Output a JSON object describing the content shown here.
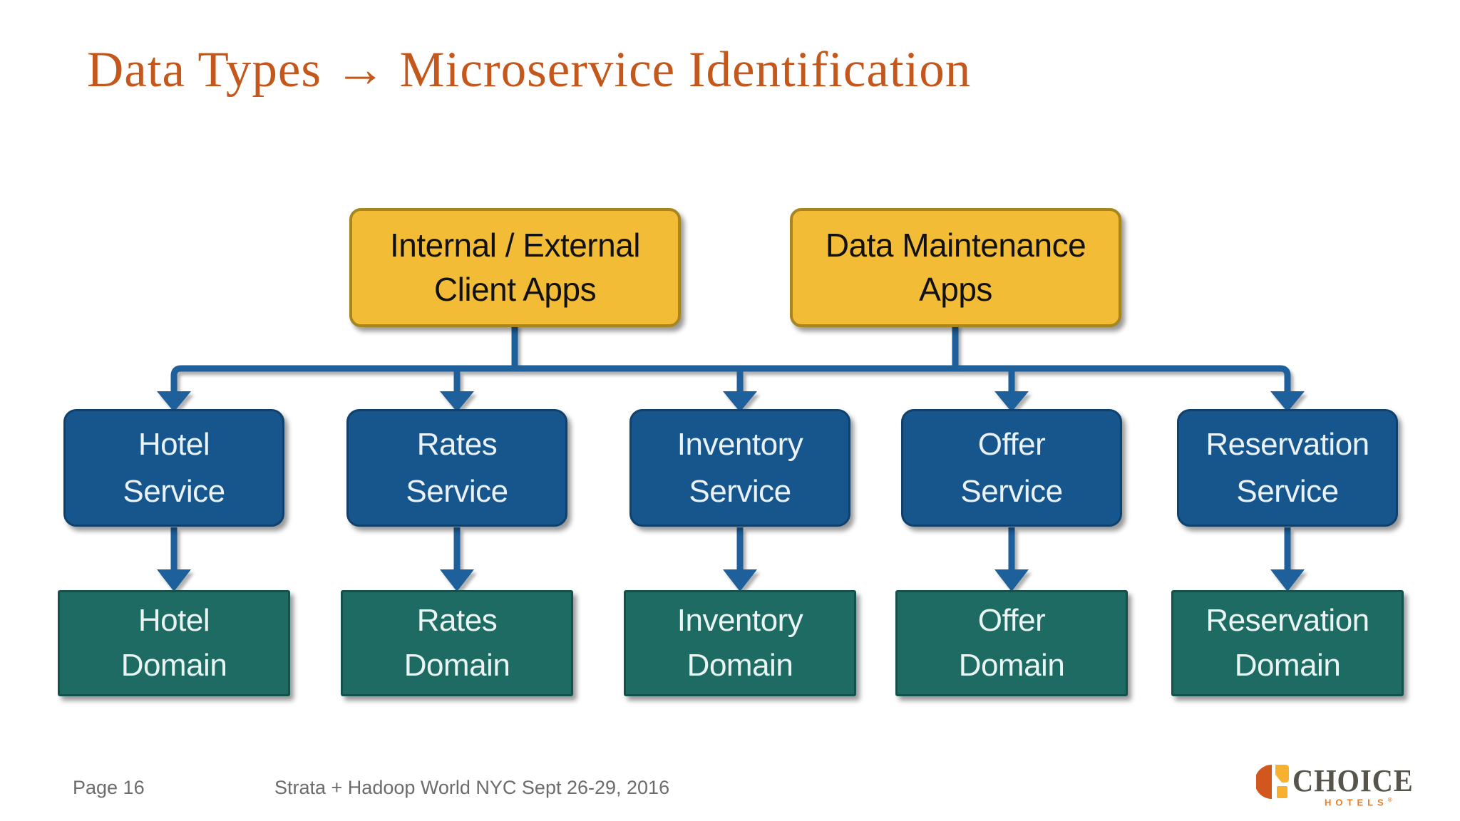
{
  "slide": {
    "title": "Data Types → Microservice Identification",
    "footer": {
      "page_label": "Page 16",
      "event_label": "Strata + Hadoop World NYC Sept 26-29, 2016"
    },
    "logo": {
      "brand": "CHOICE",
      "subbrand": "HOTELS",
      "trademark": "®"
    }
  },
  "diagram": {
    "app_boxes": [
      {
        "label": "Internal / External\nClient Apps"
      },
      {
        "label": "Data Maintenance\nApps"
      }
    ],
    "service_boxes": [
      {
        "label": "Hotel\nService"
      },
      {
        "label": "Rates\nService"
      },
      {
        "label": "Inventory\nService"
      },
      {
        "label": "Offer\nService"
      },
      {
        "label": "Reservation\nService"
      }
    ],
    "domain_boxes": [
      {
        "label": "Hotel\nDomain"
      },
      {
        "label": "Rates\nDomain"
      },
      {
        "label": "Inventory\nDomain"
      },
      {
        "label": "Offer\nDomain"
      },
      {
        "label": "Reservation\nDomain"
      }
    ],
    "colors": {
      "app_fill": "#F3BC37",
      "app_border": "#A8861F",
      "service_fill": "#16568D",
      "service_border": "#10406C",
      "domain_fill": "#1D6B62",
      "domain_border": "#13514A",
      "connector_blue": "#1E609B",
      "title_orange": "#C4581C",
      "footer_gray": "#6C6C6C",
      "logo_orange": "#D2571E",
      "logo_yellow": "#F8B02F",
      "logo_gray": "#56544B",
      "logo_hotels_orange": "#E87E26"
    }
  }
}
